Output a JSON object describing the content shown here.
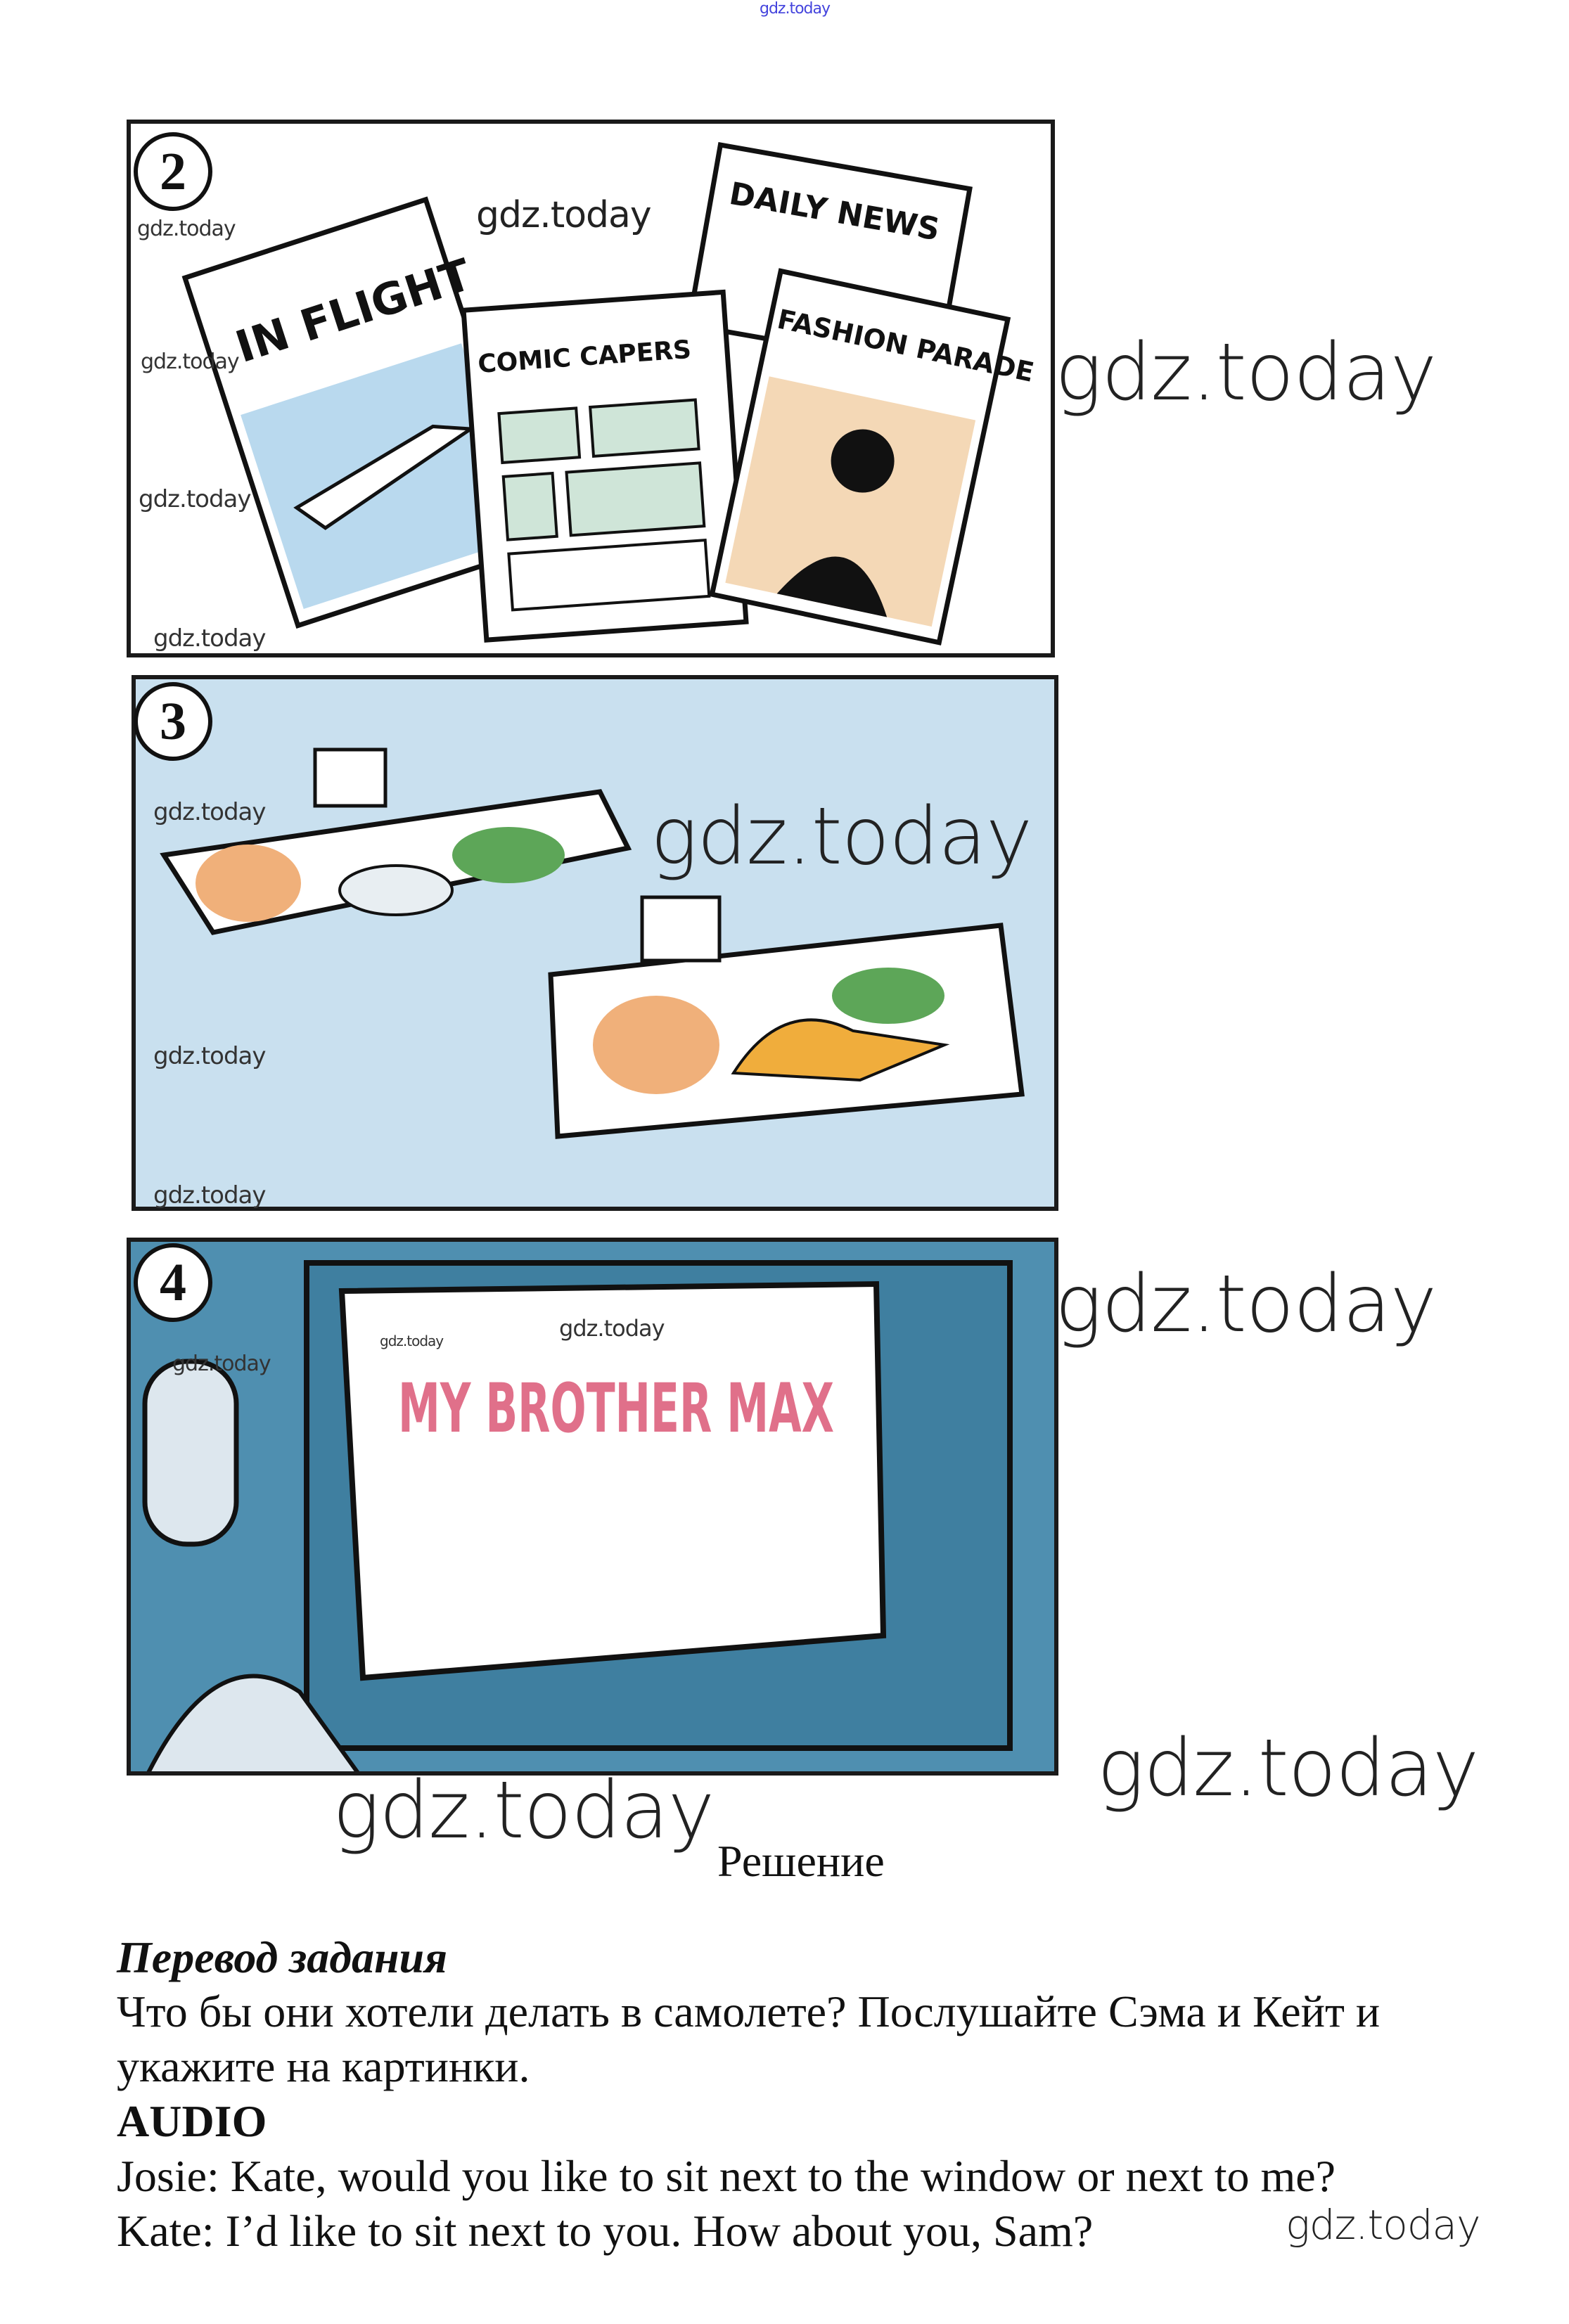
{
  "watermark_top": "gdz.today",
  "watermark": "gdz.today",
  "panels": [
    {
      "number": "2",
      "titles": {
        "magazine1": "IN FLIGHT",
        "newspaper": "DAILY NEWS",
        "comic": "COMIC CAPERS",
        "fashion": "FASHION PARADE"
      }
    },
    {
      "number": "3"
    },
    {
      "number": "4",
      "screen_title": "MY BROTHER MAX"
    }
  ],
  "solution_label": "Решение",
  "translation": {
    "heading": "Перевод задания",
    "line1": "Что бы они хотели делать в самолете? Послушайте Сэма и Кейт и",
    "line2": "укажите на картинки."
  },
  "audio": {
    "heading": "AUDIO",
    "line1": "Josie: Kate, would you like to sit next to the window or next to me?",
    "line2": "Kate: I’d like to sit next to you. How about you, Sam?"
  },
  "colors": {
    "sky": "#c9e0ef",
    "tv_blue": "#4f8fb0",
    "title_pink": "#e0708a",
    "watermark_top": "#4444dd"
  }
}
